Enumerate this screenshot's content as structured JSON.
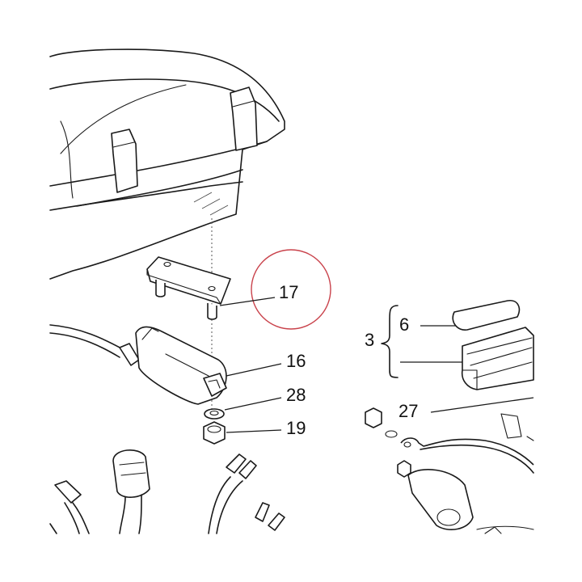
{
  "callouts": {
    "c17": "17",
    "c16": "16",
    "c28": "28",
    "c19": "19",
    "c6": "6",
    "c3": "3",
    "c27": "27"
  },
  "highlight": {
    "target": "17",
    "color": "#c9424b"
  }
}
